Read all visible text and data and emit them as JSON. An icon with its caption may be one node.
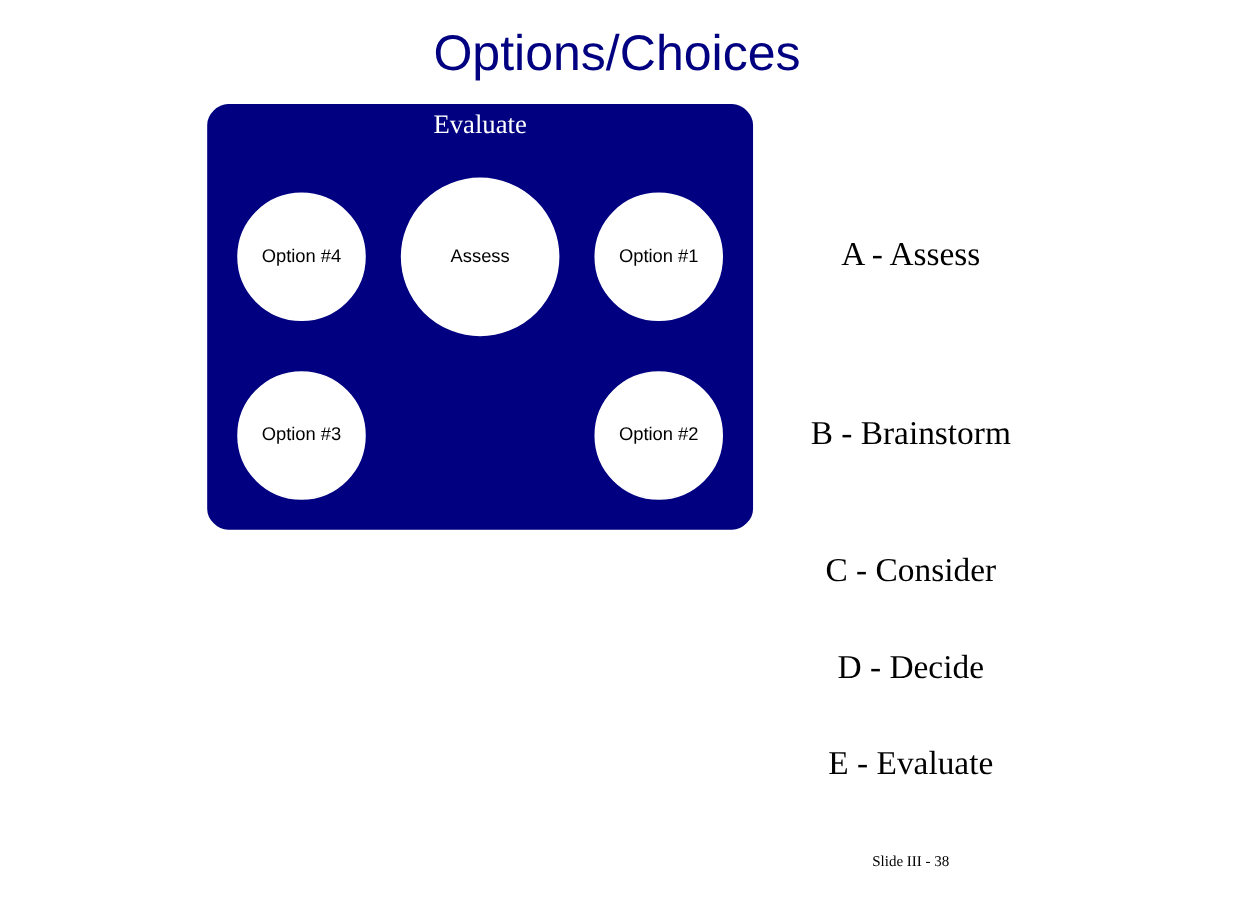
{
  "diagram": {
    "title": "Options/Choices",
    "nodes": [
      {
        "text": [
          "Evaluate"
        ]
      },
      {
        "text": [
          "Option #1"
        ],
        "in": 0
      },
      {
        "text": [
          "Assess"
        ],
        "in": 0
      },
      {
        "text": [
          "Option #4"
        ],
        "in": 0
      },
      {
        "text": [
          "Option #2"
        ],
        "in": 0
      },
      {
        "text": [
          "Option #3"
        ],
        "in": 0
      }
    ],
    "labels": [
      "A - Assess",
      "B - Brainstorm",
      "C - Consider",
      "D - Decide",
      "E - Evaluate",
      "Slide III - 38"
    ]
  }
}
